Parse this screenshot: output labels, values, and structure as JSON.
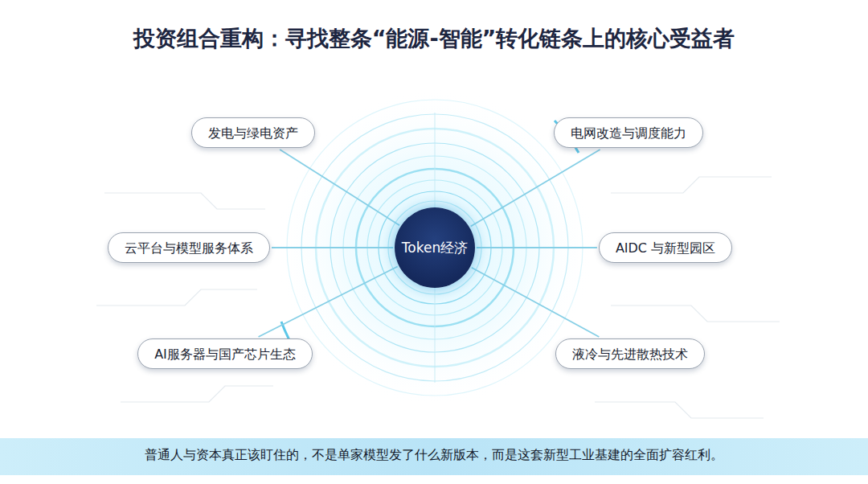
{
  "diagram": {
    "title": "投资组合重构：寻找整条“能源-智能”转化链条上的核心受益者",
    "caption": "普通人与资本真正该盯住的，不是单家模型发了什么新版本，而是这套新型工业基建的全面扩容红利。",
    "nodes": [
      {
        "text": [
          "发电与绿电资产"
        ]
      },
      {
        "text": [
          "电网改造与调度能力"
        ]
      },
      {
        "text": [
          "云平台与模型服务体系"
        ]
      },
      {
        "text": [
          "Token经济"
        ]
      },
      {
        "text": [
          "AIDC 与新型园区"
        ]
      },
      {
        "text": [
          "AI服务器与国产芯片生态"
        ]
      },
      {
        "text": [
          "液冷与先进散热技术"
        ]
      }
    ],
    "edges": [
      {
        "from": 3,
        "to": 0,
        "arrow": "none"
      },
      {
        "from": 3,
        "to": 1,
        "arrow": "none"
      },
      {
        "from": 3,
        "to": 2,
        "arrow": "none"
      },
      {
        "from": 3,
        "to": 4,
        "arrow": "none"
      },
      {
        "from": 3,
        "to": 5,
        "arrow": "none"
      },
      {
        "from": 3,
        "to": 6,
        "arrow": "none"
      }
    ]
  }
}
